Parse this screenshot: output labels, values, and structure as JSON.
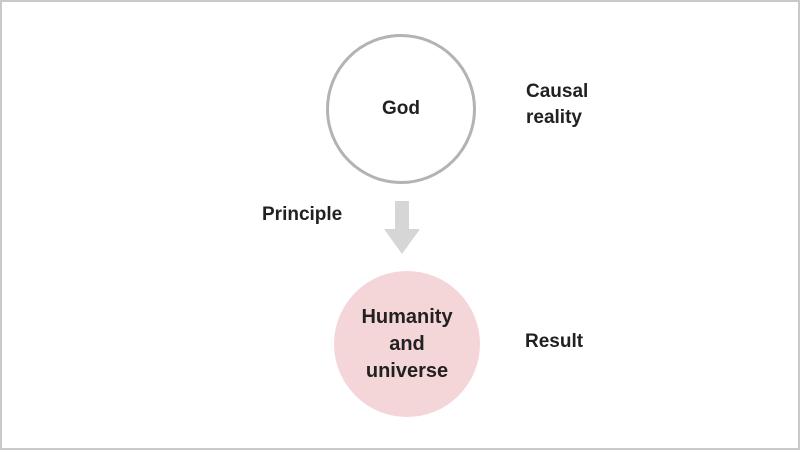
{
  "slide": {
    "background": "#ffffff",
    "frame_border_color": "#c9c9c9",
    "text_color": "#212121"
  },
  "diagram": {
    "nodes": [
      {
        "id": "cause",
        "shape": "circle",
        "label": "God",
        "fill": "#ffffff",
        "stroke": "#b3b3b3",
        "annotation": "Causal\nreality"
      },
      {
        "id": "effect",
        "shape": "circle",
        "label": "Humanity\nand\nuniverse",
        "fill": "#f5d6d8",
        "stroke": "none",
        "annotation": "Result"
      }
    ],
    "edge": {
      "from": "cause",
      "to": "effect",
      "direction": "down",
      "label": "Principle",
      "arrow_color": "#d6d6d6",
      "arrow_icon": "down-arrow-icon"
    }
  }
}
